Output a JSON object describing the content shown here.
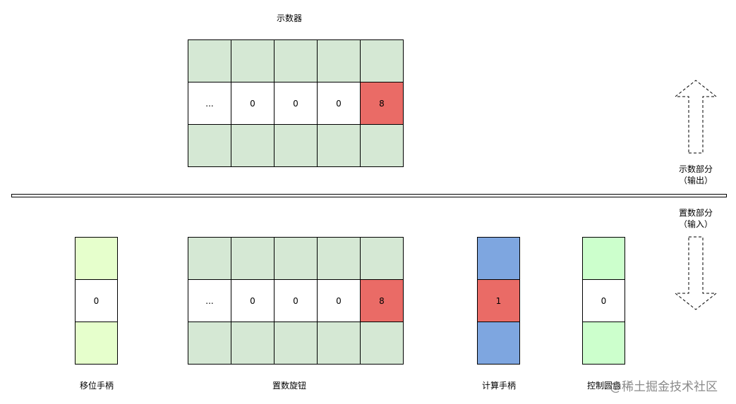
{
  "display": {
    "title": "示数器",
    "rows": [
      [
        "",
        "",
        "",
        "",
        ""
      ],
      [
        "...",
        "0",
        "0",
        "0",
        "8"
      ],
      [
        "",
        "",
        "",
        "",
        ""
      ]
    ]
  },
  "setting": {
    "title": "置数旋钮",
    "rows": [
      [
        "",
        "",
        "",
        "",
        ""
      ],
      [
        "...",
        "0",
        "0",
        "0",
        "8"
      ],
      [
        "",
        "",
        "",
        "",
        ""
      ]
    ]
  },
  "shift_handle": {
    "label": "移位手柄",
    "cells": [
      "",
      "0",
      ""
    ]
  },
  "calc_handle": {
    "label": "计算手柄",
    "cells": [
      "",
      "1",
      ""
    ]
  },
  "control_disc": {
    "label": "控制圆盘",
    "cells": [
      "",
      "0",
      ""
    ]
  },
  "output_section": {
    "line1": "示数部分",
    "line2": "（输出）"
  },
  "input_section": {
    "line1": "置数部分",
    "line2": "（输入）"
  },
  "watermark": "@稀土掘金技术社区",
  "colors": {
    "grid_green": "#d5e8d4",
    "highlight_red": "#ea6b66",
    "shift_lime": "#e6ffcc",
    "calc_blue": "#7ea6e0",
    "control_mint": "#ccffcc"
  }
}
